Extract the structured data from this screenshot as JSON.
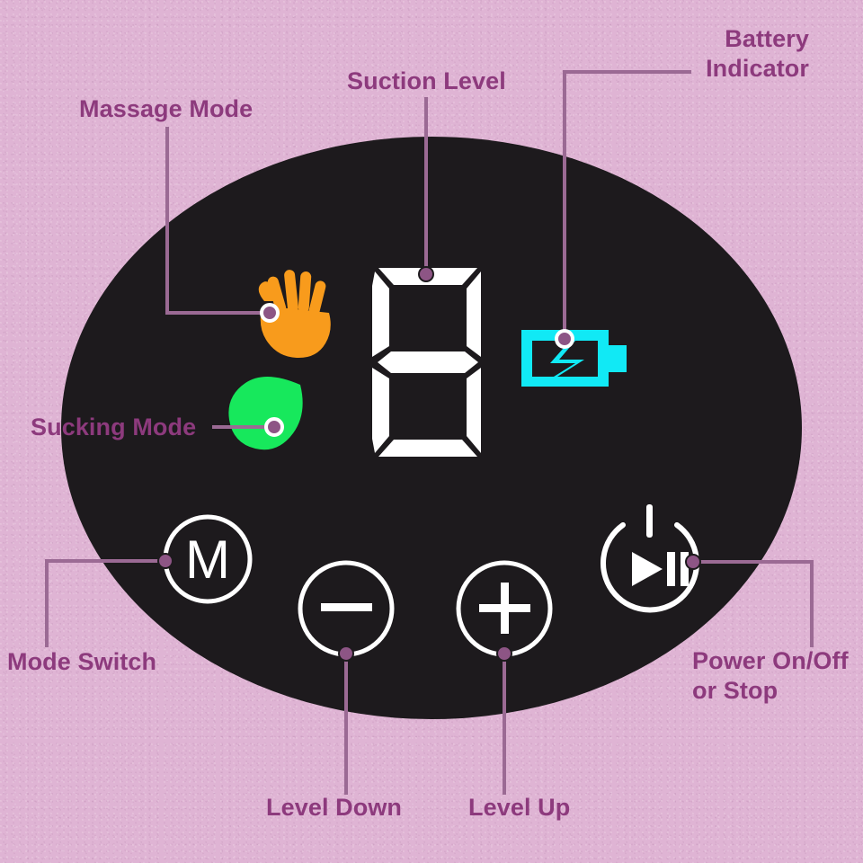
{
  "device": {
    "name": "breast-pump-control-panel",
    "panel_shape": "ellipse",
    "panel_color": "#1d1a1d",
    "background_color": "#dfb4d4"
  },
  "colors": {
    "background": "#dfb4d4",
    "panel": "#1d1a1d",
    "label_text": "#8d3a7d",
    "leader_line": "#9b6a94",
    "callout_dot_fill": "#8d5585",
    "callout_dot_ring": "#ffffff",
    "massage_icon": "#f89b1c",
    "sucking_icon": "#17e85c",
    "battery_icon": "#11e9f5",
    "display_segment": "#ffffff",
    "button_outline": "#ffffff"
  },
  "display": {
    "name": "suction-level-display",
    "type": "seven-segment",
    "value": "8",
    "segments_lit": [
      "a",
      "b",
      "c",
      "d",
      "e",
      "f",
      "g"
    ],
    "color": "#ffffff"
  },
  "indicators": [
    {
      "id": "massage",
      "icon": "hand-icon",
      "label": "Massage Mode",
      "color": "#f89b1c"
    },
    {
      "id": "sucking",
      "icon": "water-drop-icon",
      "label": "Sucking Mode",
      "color": "#17e85c"
    },
    {
      "id": "battery",
      "icon": "battery-icon",
      "label": "Battery Indicator",
      "color": "#11e9f5"
    }
  ],
  "buttons": [
    {
      "id": "mode",
      "glyph": "M",
      "icon": "mode-switch-icon",
      "label": "Mode Switch"
    },
    {
      "id": "level-down",
      "glyph": "−",
      "icon": "minus-icon",
      "label": "Level Down"
    },
    {
      "id": "level-up",
      "glyph": "+",
      "icon": "plus-icon",
      "label": "Level Up"
    },
    {
      "id": "power",
      "glyph": "▶▐▐",
      "icon": "power-play-pause-icon",
      "label": "Power On/Off\nor Stop"
    }
  ],
  "callouts": {
    "massage_mode": "Massage Mode",
    "suction_level": "Suction Level",
    "battery_indicator": "Battery\nIndicator",
    "sucking_mode": "Sucking Mode",
    "mode_switch": "Mode Switch",
    "level_down": "Level Down",
    "level_up": "Level Up",
    "power_on_off": "Power On/Off\nor Stop"
  }
}
